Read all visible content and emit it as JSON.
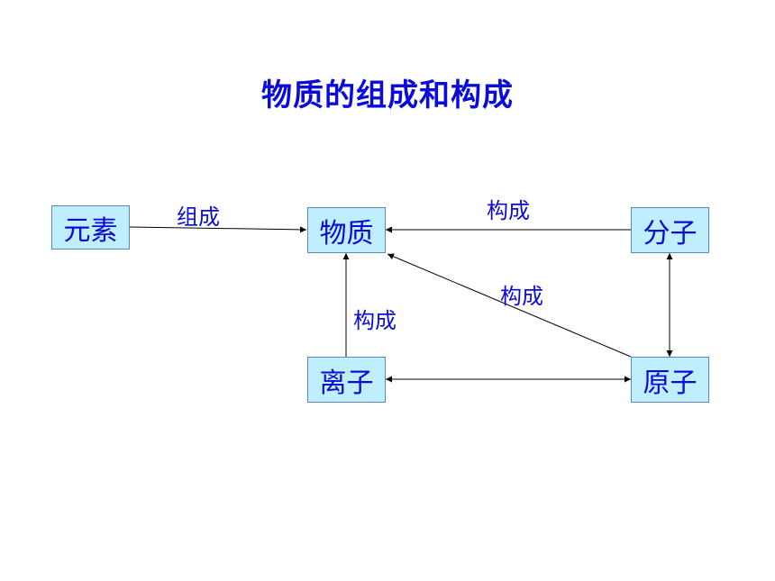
{
  "title": "物质的组成和构成",
  "nodes": {
    "yuansu": "元素",
    "wuzhi": "物质",
    "fenzi": "分子",
    "lizi": "离子",
    "yuanzi": "原子"
  },
  "edges": [
    {
      "from": "元素",
      "to": "物质",
      "label": "组成",
      "direction": "forward"
    },
    {
      "from": "分子",
      "to": "物质",
      "label": "构成",
      "direction": "forward"
    },
    {
      "from": "离子",
      "to": "物质",
      "label": "构成",
      "direction": "forward"
    },
    {
      "from": "原子",
      "to": "物质",
      "label": "构成",
      "direction": "forward"
    },
    {
      "from": "分子",
      "to": "原子",
      "label": "",
      "direction": "both"
    },
    {
      "from": "离子",
      "to": "原子",
      "label": "",
      "direction": "both"
    }
  ],
  "colors": {
    "text": "#0a0adc",
    "box_fill": "#bfefff",
    "box_border": "#5a88b8",
    "arrow": "#000000"
  }
}
